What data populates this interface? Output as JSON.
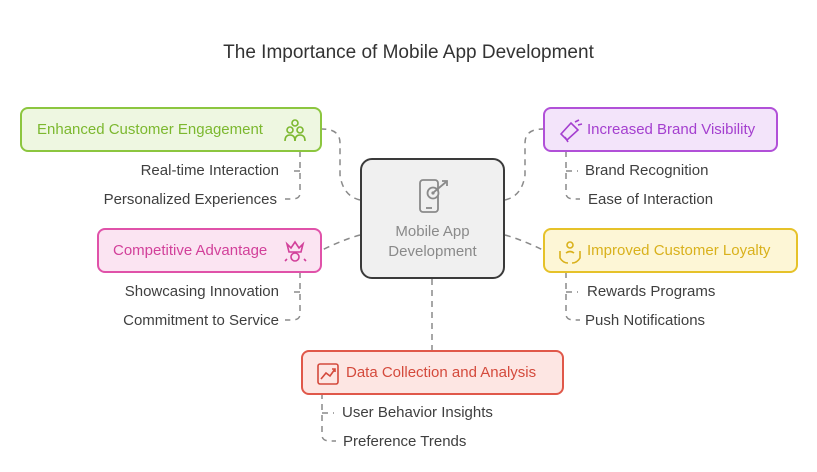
{
  "title": "The Importance of Mobile App Development",
  "center": {
    "label_line1": "Mobile App",
    "label_line2": "Development",
    "icon": "mobile-target-icon"
  },
  "nodes": [
    {
      "id": "engagement",
      "label": "Enhanced Customer Engagement",
      "icon": "people-icon",
      "color": "#8cc63f",
      "fill": "#eef7e1",
      "items": [
        "Real-time Interaction",
        "Personalized Experiences"
      ]
    },
    {
      "id": "competitive",
      "label": "Competitive Advantage",
      "icon": "crown-icon",
      "color": "#e052a9",
      "fill": "#fbe4f2",
      "items": [
        "Showcasing Innovation",
        "Commitment to Service"
      ]
    },
    {
      "id": "brand",
      "label": "Increased Brand Visibility",
      "icon": "megaphone-icon",
      "color": "#b150d8",
      "fill": "#f3e4fa",
      "items": [
        "Brand Recognition",
        "Ease of Interaction"
      ]
    },
    {
      "id": "loyalty",
      "label": "Improved Customer Loyalty",
      "icon": "care-hands-icon",
      "color": "#e6c229",
      "fill": "#fdf6d6",
      "items": [
        "Rewards Programs",
        "Push Notifications"
      ]
    },
    {
      "id": "data",
      "label": "Data Collection and Analysis",
      "icon": "chart-icon",
      "color": "#e0584a",
      "fill": "#fde6e3",
      "items": [
        "User Behavior Insights",
        "Preference Trends"
      ]
    }
  ]
}
